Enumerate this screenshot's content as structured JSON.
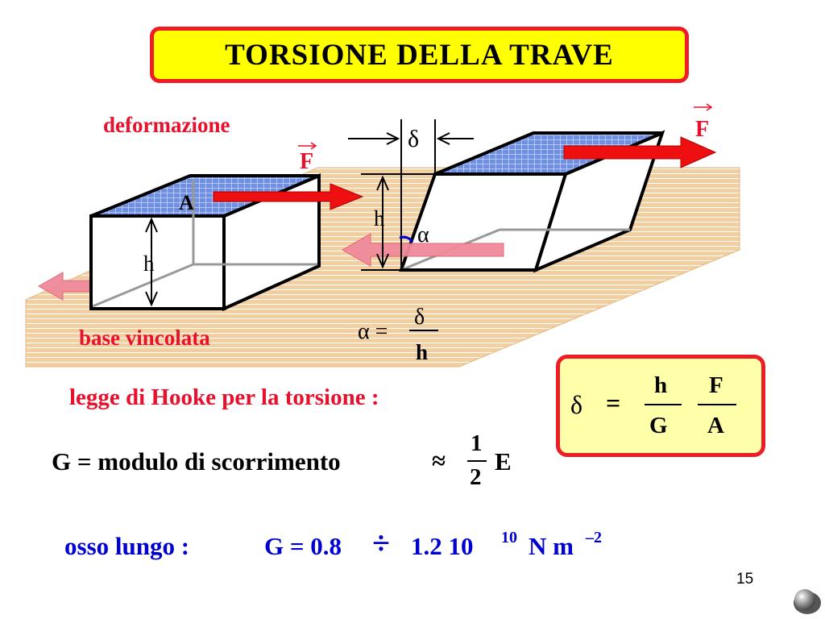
{
  "title": "TORSIONE  DELLA  TRAVE",
  "labels": {
    "deformazione": "deformazione",
    "base_vincolata": "base vincolata",
    "force_symbol": "F",
    "area_symbol": "A",
    "height_symbol": "h",
    "delta_symbol": "δ",
    "alpha_symbol": "α"
  },
  "shear_angle_formula": {
    "lhs": "α =",
    "numerator": "δ",
    "denominator": "h"
  },
  "hooke_law_label": "legge di Hooke per la torsione :",
  "hooke_formula": {
    "lhs": "δ",
    "equals": "=",
    "frac1_num": "h",
    "frac1_den": "G",
    "frac2_num": "F",
    "frac2_den": "A"
  },
  "modulus_definition": {
    "text": "G = modulo di scorrimento",
    "approx": "≈",
    "frac_num": "1",
    "frac_den": "2",
    "tail": "E"
  },
  "bone_example": {
    "label": "osso  lungo :",
    "value": "G = 0.8",
    "range_symbol": "÷",
    "value2": "1.2  10",
    "exponent": "10",
    "unit": "N m",
    "unit_exponent": "–2"
  },
  "page_number": "15",
  "colors": {
    "accent_red": "#ee1c25",
    "title_fill": "#ffff00",
    "formula_fill": "#ffffaa",
    "ground_fill": "#f2cfa0",
    "face_blue": "#6f8fe0",
    "text_blue": "#0000d0"
  }
}
